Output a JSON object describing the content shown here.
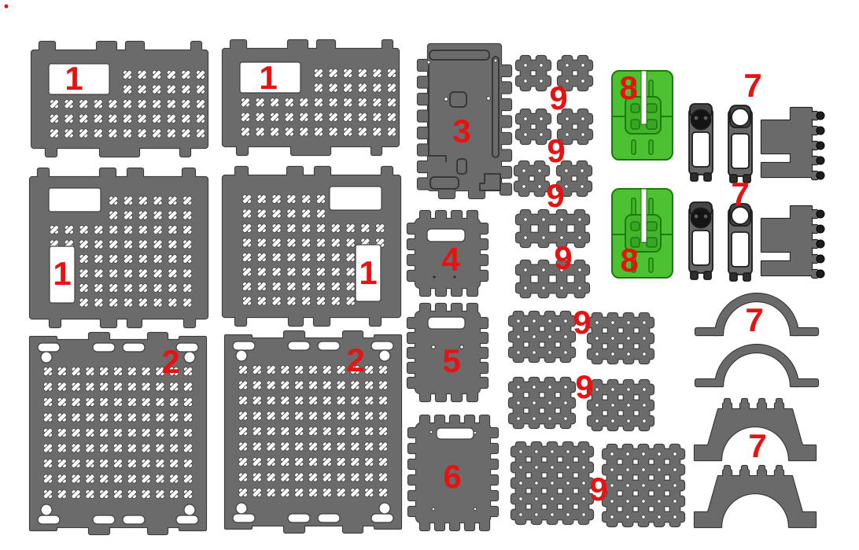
{
  "figure": {
    "type": "parts-diagram",
    "description": "Construction kit parts sheet with numbered components"
  },
  "colors": {
    "background": "#ffffff",
    "part_gray": "#6b6b6b",
    "part_outline": "#3a3a3a",
    "part_green": "#4cc232",
    "green_inner": "#42b52b",
    "green_outline": "#1b7a0a",
    "label_red": "#e81212"
  },
  "labels": {
    "p1a": "1",
    "p1b": "1",
    "p1c": "1",
    "p1d": "1",
    "p2a": "2",
    "p2b": "2",
    "p3": "3",
    "p4": "4",
    "p5": "5",
    "p6": "6",
    "s7a": "7",
    "s7b": "7",
    "arch7a": "7",
    "arch7b": "7",
    "g8a": "8",
    "g8b": "8",
    "n9a": "9",
    "n9b": "9",
    "n9c": "9",
    "n9d": "9",
    "n9e": "9",
    "n9f": "9",
    "n9g": "9"
  }
}
